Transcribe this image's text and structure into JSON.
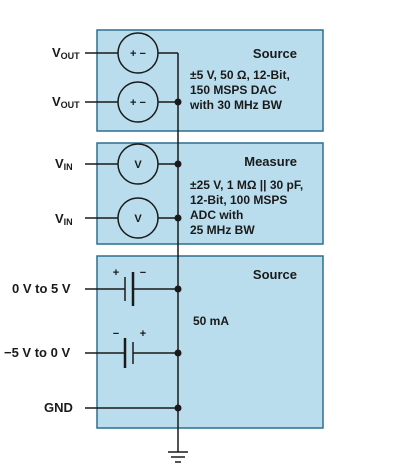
{
  "source_block": {
    "title": "Source",
    "lines": [
      "±5 V, 50 Ω, 12-Bit,",
      "150 MSPS DAC",
      "with 30 MHz BW"
    ],
    "pins": [
      {
        "name": "V",
        "sub": "OUT",
        "symbol": "+ −"
      },
      {
        "name": "V",
        "sub": "OUT",
        "symbol": "+ −"
      }
    ]
  },
  "measure_block": {
    "title": "Measure",
    "lines": [
      "±25 V, 1 MΩ || 30 pF,",
      "12-Bit, 100 MSPS",
      "ADC with",
      "25 MHz BW"
    ],
    "pins": [
      {
        "name": "V",
        "sub": "IN",
        "symbol": "V"
      },
      {
        "name": "V",
        "sub": "IN",
        "symbol": "V"
      }
    ]
  },
  "supply_block": {
    "title": "Source",
    "current": "50 mA",
    "pins": [
      {
        "label": "0 V to 5 V",
        "plus": "+",
        "minus": "−"
      },
      {
        "label": "−5 V to 0 V",
        "plus": "+",
        "minus": "−"
      },
      {
        "label": "GND"
      }
    ]
  },
  "colors": {
    "block_fill": "#b9dded",
    "block_stroke": "#2c6f8f",
    "wire": "#1a1a1a"
  }
}
